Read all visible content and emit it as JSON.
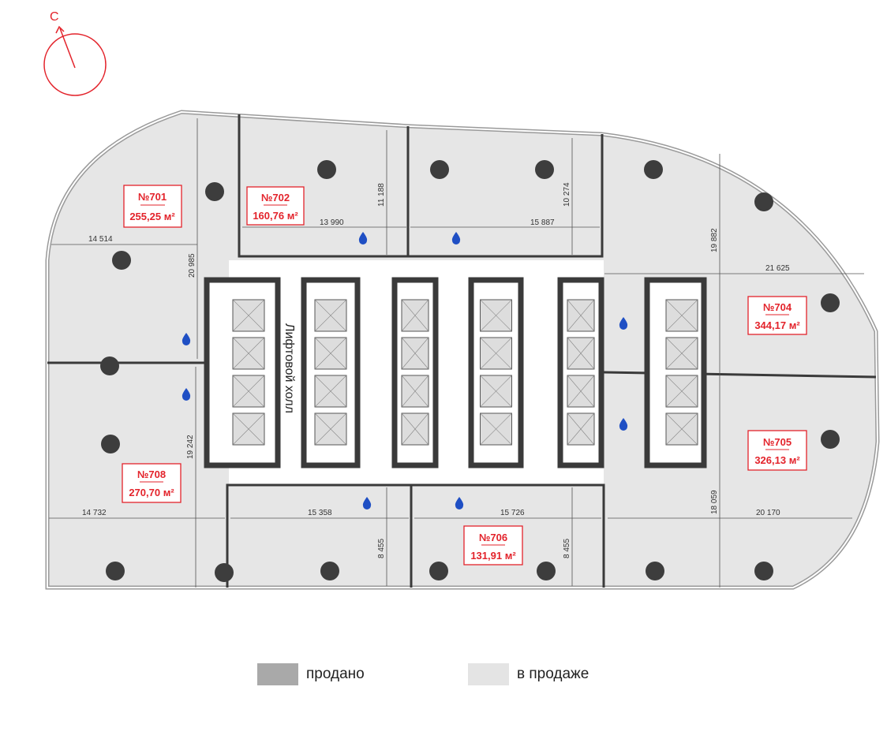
{
  "compass": {
    "north_label": "С"
  },
  "hall_label": "Лифтовой холл",
  "units": [
    {
      "number": "№701",
      "area": "255,25 м²",
      "status": "в продаже"
    },
    {
      "number": "№702",
      "area": "160,76 м²",
      "status": "в продаже"
    },
    {
      "number": "№704",
      "area": "344,17 м²",
      "status": "в продаже"
    },
    {
      "number": "№705",
      "area": "326,13 м²",
      "status": "в продаже"
    },
    {
      "number": "№708",
      "area": "270,70 м²",
      "status": "в продаже"
    },
    {
      "number": "№706",
      "area": "131,91 м²",
      "status": "в продаже"
    }
  ],
  "dimensions": [
    "14 514",
    "13 990",
    "15 887",
    "11 188",
    "10 274",
    "20 985",
    "19 882",
    "21 625",
    "19 242",
    "14 732",
    "15 358",
    "15 726",
    "8 455",
    "8 455",
    "18 059",
    "20 170"
  ],
  "legend": [
    {
      "label": "продано",
      "color": "#a9a9a9"
    },
    {
      "label": "в продаже",
      "color": "#e4e4e4"
    }
  ],
  "colors": {
    "accent": "#e3232b",
    "wall": "#3a3a3a",
    "floor": "#e6e6e6",
    "water": "#1f4fc4"
  }
}
